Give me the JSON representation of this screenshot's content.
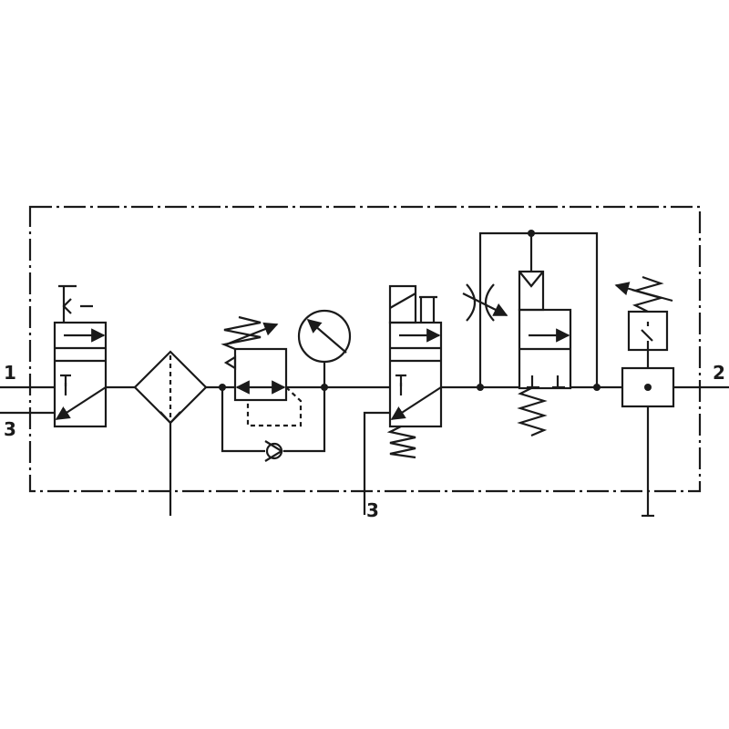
{
  "ports": {
    "inlet": "1",
    "exhaust_left": "3",
    "exhaust_bottom": "3",
    "outlet": "2"
  },
  "colors": {
    "line": "#1a1a1a",
    "background": "#ffffff"
  }
}
